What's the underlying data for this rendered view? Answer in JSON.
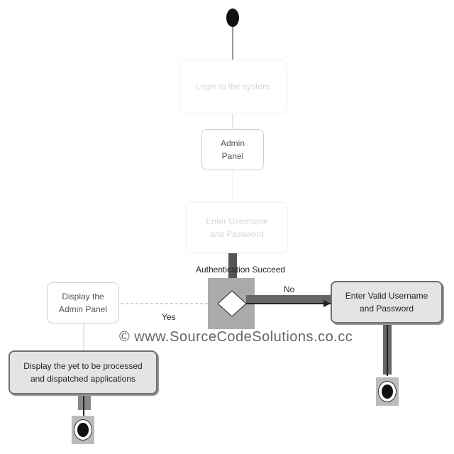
{
  "nodes": {
    "login": "Login to the system",
    "admin_panel": "Admin Panel",
    "enter_credentials": "Enter Username and Password",
    "display_admin_panel": "Display the Admin Panel",
    "display_applications": "Display the yet to be processed and dispatched applications",
    "enter_valid": "Enter Valid Username and Password"
  },
  "labels": {
    "decision": "Authentication Succeed",
    "no": "No",
    "yes": "Yes"
  },
  "watermark": "© www.SourceCodeSolutions.co.cc"
}
